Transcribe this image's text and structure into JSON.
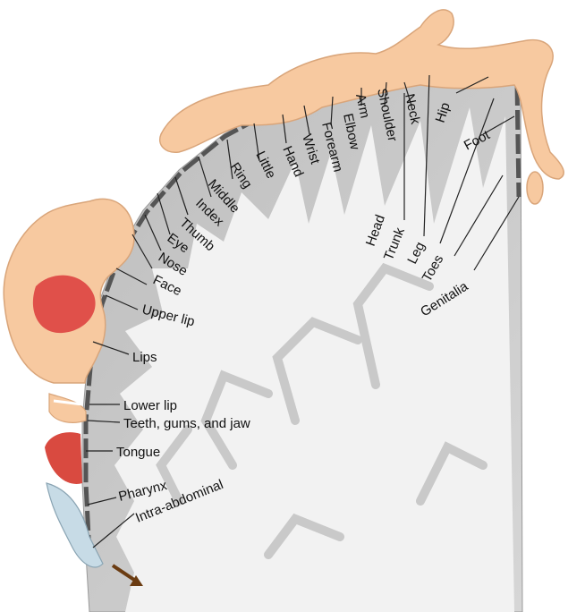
{
  "diagram": {
    "labels": {
      "hip": "Hip",
      "foot": "Foot",
      "neck": "Neck",
      "shoulder": "Shoulder",
      "arm": "Arm",
      "elbow": "Elbow",
      "forearm": "Forearm",
      "wrist": "Wrist",
      "hand": "Hand",
      "little": "Little",
      "ring": "Ring",
      "middle": "Middle",
      "index": "Index",
      "thumb": "Thumb",
      "eye": "Eye",
      "nose": "Nose",
      "face": "Face",
      "upper_lip": "Upper lip",
      "lips": "Lips",
      "lower_lip": "Lower lip",
      "teeth": "Teeth, gums, and jaw",
      "tongue": "Tongue",
      "pharynx": "Pharynx",
      "intra_abdominal": "Intra-abdominal",
      "head": "Head",
      "trunk": "Trunk",
      "leg": "Leg",
      "toes": "Toes",
      "genitalia": "Genitalia"
    },
    "colors": {
      "skin": "#f7c9a0",
      "lip": "#e0504a",
      "white_matter": "#f2f2f2",
      "grey_matter": "#c8c8c8",
      "cortex_edge": "#555555",
      "arrow": "#6b3c12"
    }
  }
}
